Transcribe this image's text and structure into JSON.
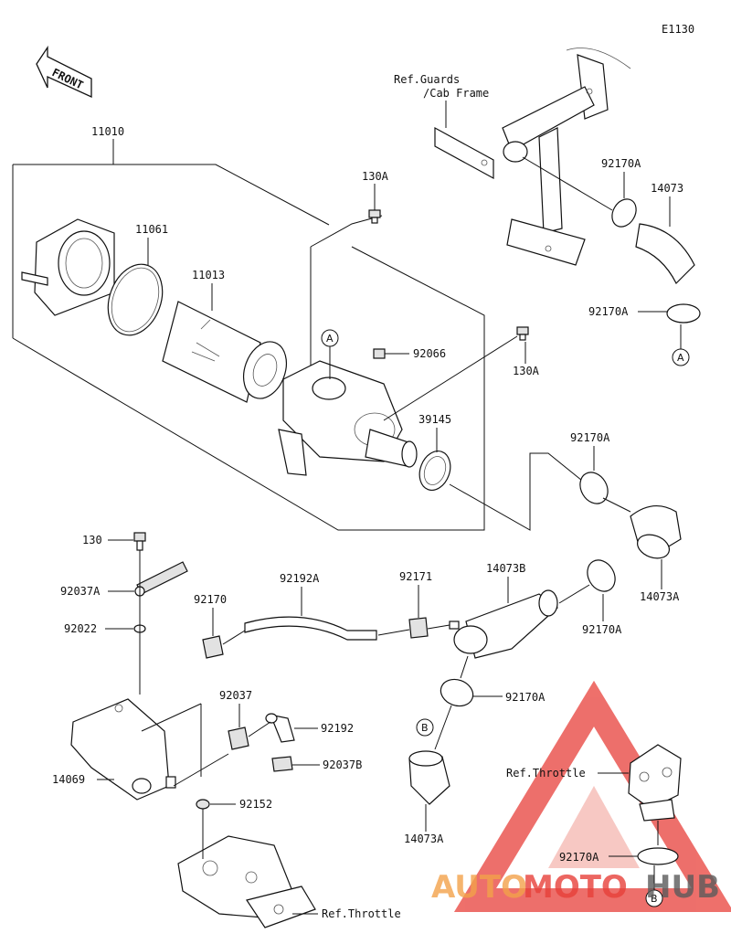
{
  "diagram_code": "E1130",
  "front_label": "FRONT",
  "refs": {
    "guards": "Ref.Guards",
    "cab_frame": "/Cab Frame",
    "throttle_right": "Ref.Throttle",
    "throttle_bottom": "Ref.Throttle"
  },
  "parts": {
    "p11010": "11010",
    "p11061": "11061",
    "p11013": "11013",
    "p130a_top": "130A",
    "p130a_mid": "130A",
    "p92066": "92066",
    "p39145": "39145",
    "p92170a_1": "92170A",
    "p14073": "14073",
    "p92170a_2": "92170A",
    "p92170a_3": "92170A",
    "p14073a_1": "14073A",
    "p92170a_4": "92170A",
    "p14073b": "14073B",
    "p92171": "92171",
    "p92192a": "92192A",
    "p92170": "92170",
    "p130": "130",
    "p92037a": "92037A",
    "p92022": "92022",
    "p92037": "92037",
    "p92192": "92192",
    "p92037b": "92037B",
    "p14069": "14069",
    "p92152": "92152",
    "p92170a_5": "92170A",
    "p14073a_2": "14073A",
    "p92170a_6": "92170A"
  },
  "callouts": {
    "a_top": "A",
    "a_right": "A",
    "b_left": "B",
    "b_right": "B"
  },
  "watermark": {
    "auto": "AUTO",
    "moto": "MOTO",
    "hub": "HUB",
    "color_red": "#e8403a",
    "color_orange": "#f3a24a",
    "color_grey": "#5b5b5b"
  }
}
